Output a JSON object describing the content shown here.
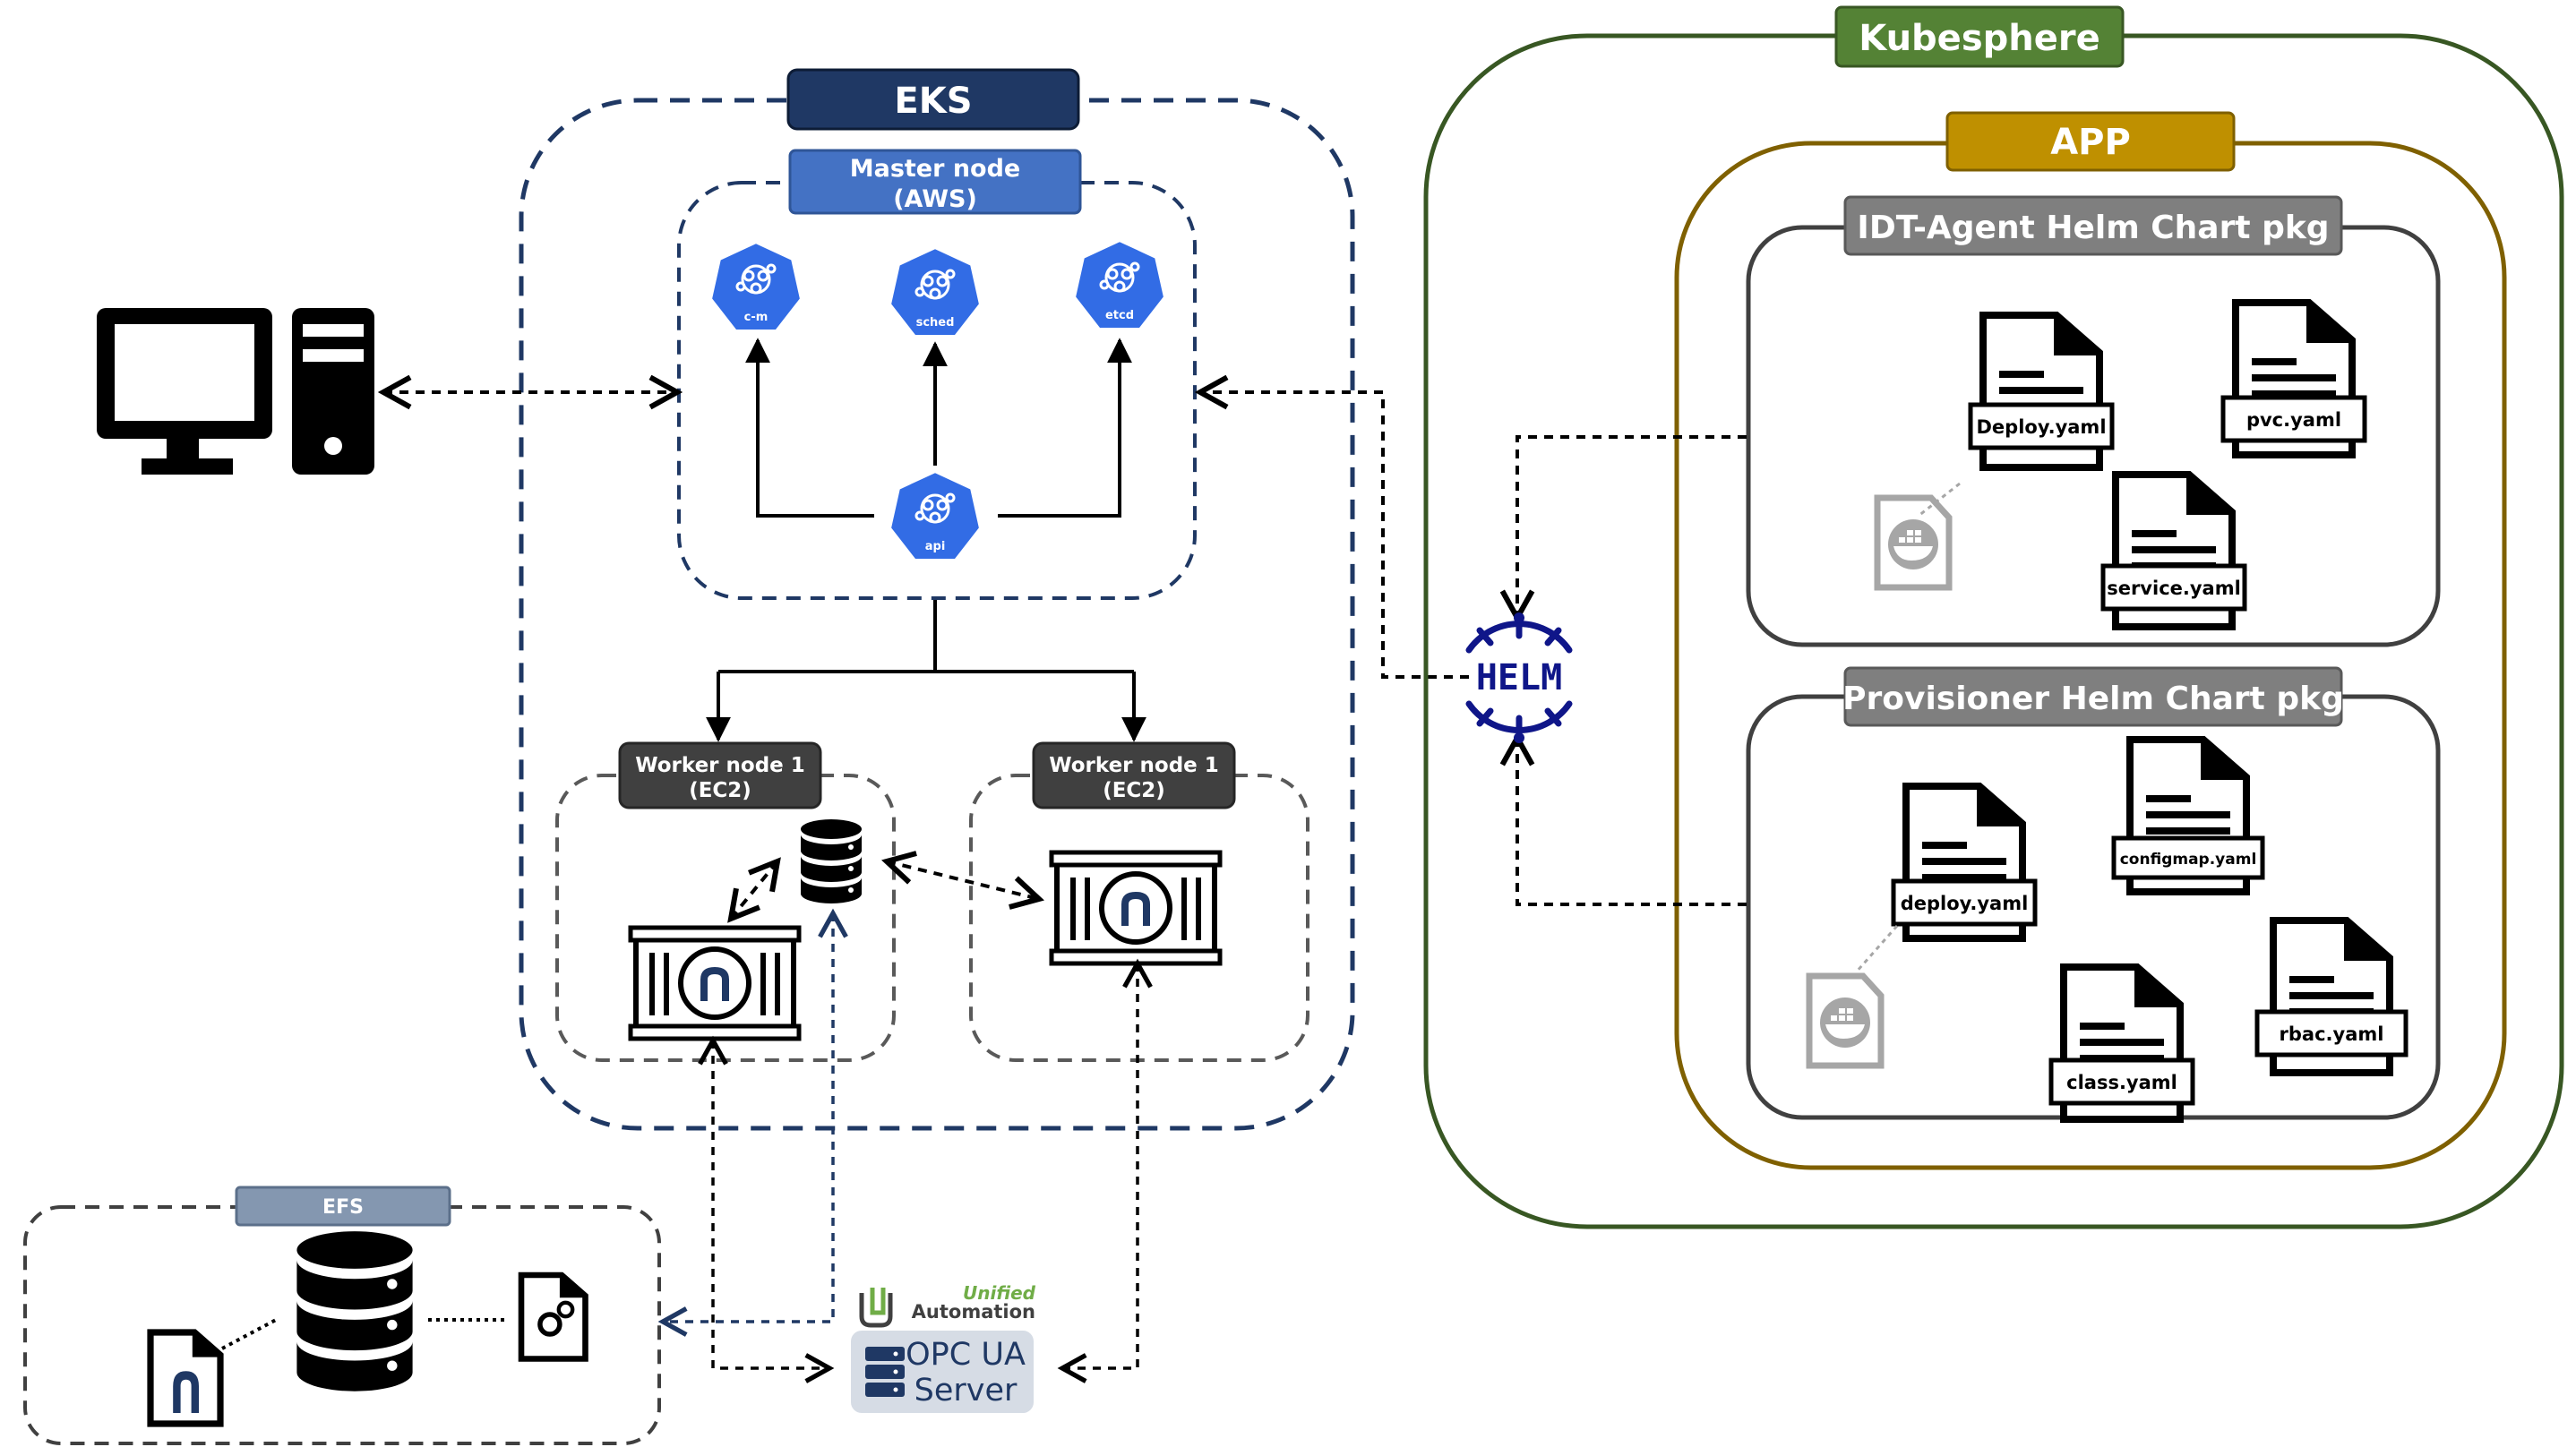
{
  "eks": {
    "title": "EKS",
    "master_node": {
      "line1": "Master node",
      "line2": "(AWS)"
    },
    "components": {
      "cm": "c-m",
      "sched": "sched",
      "etcd": "etcd",
      "api": "api"
    },
    "worker_left": {
      "line1": "Worker node 1",
      "line2": "(EC2)"
    },
    "worker_right": {
      "line1": "Worker node 1",
      "line2": "(EC2)"
    }
  },
  "efs": {
    "title": "EFS"
  },
  "opc": {
    "brand_line1": "Unified",
    "brand_line2": "Automation",
    "server_line1": "OPC UA",
    "server_line2": "Server"
  },
  "helm": {
    "label": "HELM"
  },
  "kubesphere": {
    "title": "Kubesphere",
    "app": {
      "title": "APP",
      "idt_agent": {
        "title": "IDT-Agent Helm Chart pkg",
        "files": [
          "Deploy.yaml",
          "pvc.yaml",
          "service.yaml"
        ]
      },
      "provisioner": {
        "title": "Provisioner Helm Chart pkg",
        "files": [
          "deploy.yaml",
          "configmap.yaml",
          "class.yaml",
          "rbac.yaml"
        ]
      }
    }
  },
  "colors": {
    "eks_navy": "#1f3864",
    "master_blue": "#4472c4",
    "k8s_blue": "#326ce5",
    "worker_gray": "#404040",
    "efs_gray": "#8497b0",
    "kubesphere_green": "#548235",
    "app_gold": "#bf9000",
    "chart_gray": "#7f7f7f",
    "helm_navy": "#0f1689"
  },
  "icons": {
    "computer": "desktop-computer-icon",
    "database": "database-icon",
    "container": "container-icon",
    "file": "file-icon",
    "docker_file": "docker-file-icon",
    "helm": "helm-wheel-icon"
  }
}
